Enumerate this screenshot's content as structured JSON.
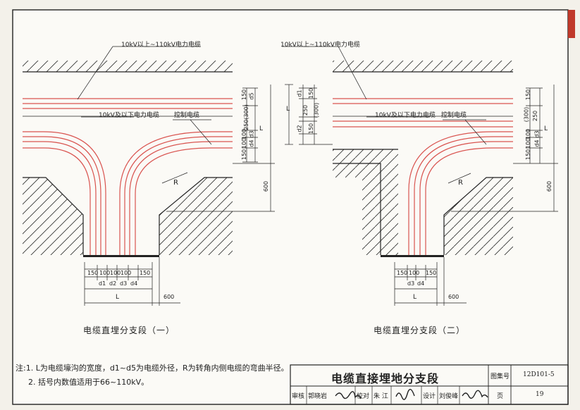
{
  "left_figure": {
    "caption": "电缆直埋分支段（一）",
    "label_hv": "10kV以上~110kV电力电缆",
    "label_lv": "10kV及以下电力电缆",
    "label_ctrl": "控制电缆",
    "label_R": "R",
    "label_L_side": "L",
    "label_L_bottom": "L",
    "dims_right": [
      "150",
      "d5",
      "250(300)",
      "100",
      "d3",
      "100",
      "d4",
      "150"
    ],
    "dim_600_right": "600",
    "dims_bottom": [
      "150",
      "100",
      "100",
      "100",
      "150"
    ],
    "d_labels_bottom": [
      "d1",
      "d2",
      "d3",
      "d4"
    ],
    "dim_600_bottom": "600"
  },
  "right_figure": {
    "caption": "电缆直埋分支段（二）",
    "label_hv": "10kV以上~110kV电力电缆",
    "label_lv": "10kV及以下电力电缆",
    "label_ctrl": "控制电缆",
    "label_R": "R",
    "label_L_left": "L",
    "label_L_right": "L",
    "label_L_bottom": "L",
    "dims_left": [
      "d1",
      "150",
      "250",
      "(300)",
      "d2",
      "150"
    ],
    "dims_right": [
      "150",
      "(300)",
      "250",
      "100",
      "d3",
      "100",
      "d4",
      "150"
    ],
    "dim_600_right": "600",
    "dims_bottom": [
      "150",
      "100",
      "150"
    ],
    "d_labels_bottom": [
      "d3",
      "d4"
    ],
    "dim_600_bottom": "600"
  },
  "notes": {
    "line1": "注:1. L为电缆壕沟的宽度，d1~d5为电缆外径，R为转角内侧电缆的弯曲半径。",
    "line2": "2. 括号内数值适用于66~110kV。"
  },
  "title_block": {
    "title": "电缆直接埋地分支段",
    "atlas_label": "图集号",
    "atlas_number": "12D101-5",
    "review_label": "审核",
    "reviewer": "郭晓岩",
    "check_label": "校对",
    "checker": "朱  江",
    "design_label": "设计",
    "designer": "刘俊峰",
    "page_label": "页",
    "page_number": "19"
  }
}
